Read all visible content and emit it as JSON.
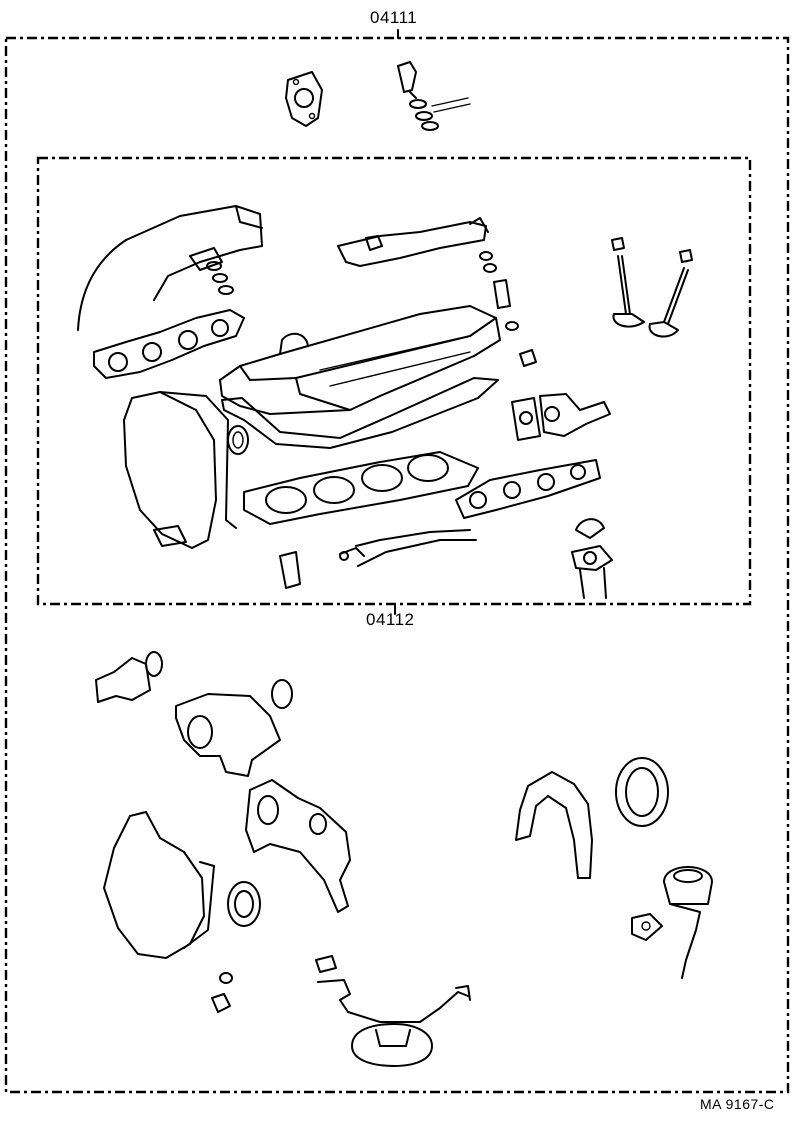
{
  "labels": {
    "kit_full": "04111",
    "kit_head": "04112",
    "diagram_id": "MA 9167-C"
  },
  "parts": [
    {
      "name": "throttle-body-gasket-icon"
    },
    {
      "name": "injector-holder-icon"
    },
    {
      "name": "intake-manifold-icon"
    },
    {
      "name": "delivery-pipe-icon"
    },
    {
      "name": "valve-icon"
    },
    {
      "name": "valve-stem-seal-icon"
    },
    {
      "name": "cylinder-head-cover-icon"
    },
    {
      "name": "head-cover-gasket-icon"
    },
    {
      "name": "exhaust-manifold-gasket-icon"
    },
    {
      "name": "cylinder-head-gasket-icon"
    },
    {
      "name": "timing-belt-cover-icon"
    },
    {
      "name": "camshaft-oil-seal-icon"
    },
    {
      "name": "water-outlet-icon"
    },
    {
      "name": "water-pump-icon"
    },
    {
      "name": "oil-pump-gasket-icon"
    },
    {
      "name": "crankshaft-oil-seal-icon"
    },
    {
      "name": "rear-oil-seal-retainer-icon"
    },
    {
      "name": "rear-oil-seal-icon"
    },
    {
      "name": "egr-valve-icon"
    },
    {
      "name": "oil-strainer-icon"
    },
    {
      "name": "drain-plug-icon"
    }
  ]
}
